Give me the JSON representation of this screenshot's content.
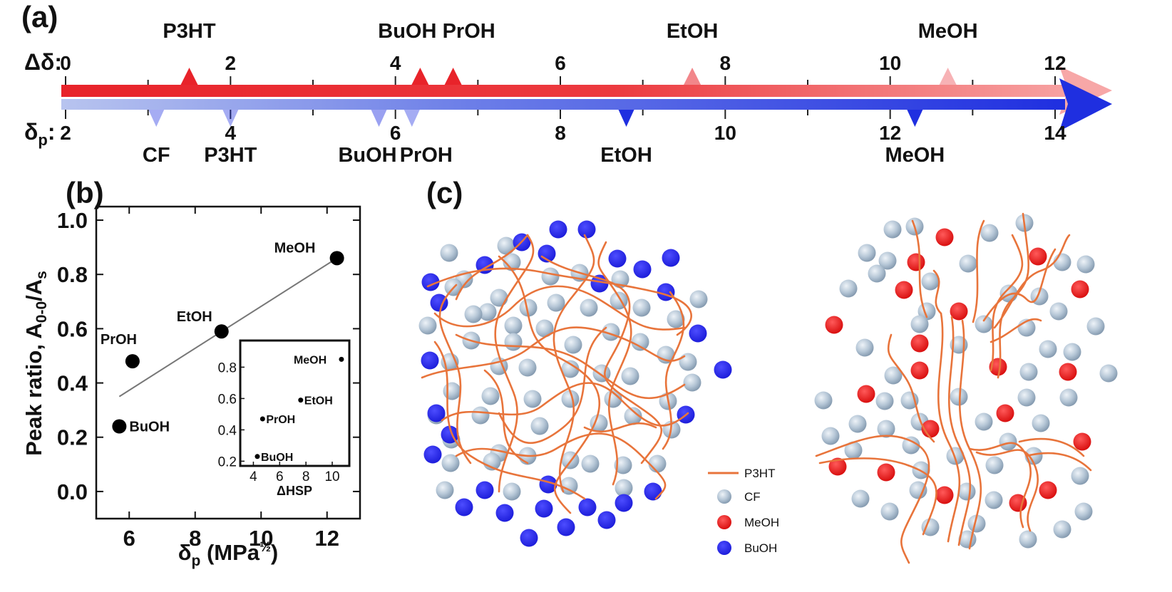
{
  "panel_a": {
    "label": "(a)",
    "row_delta": "Δδ:",
    "row_dp": "δ",
    "row_dp_sub": "p",
    "row_dp_colon": ":",
    "top_ticks": [
      "0",
      "2",
      "4",
      "6",
      "8",
      "10",
      "12"
    ],
    "bottom_ticks": [
      "2",
      "4",
      "6",
      "8",
      "10",
      "12",
      "14"
    ],
    "top_markers": [
      {
        "name": "P3HT",
        "value": 1.5
      },
      {
        "name": "BuOH",
        "value": 4.3
      },
      {
        "name": "PrOH",
        "value": 4.7
      },
      {
        "name": "EtOH",
        "value": 7.6
      },
      {
        "name": "MeOH",
        "value": 10.7
      }
    ],
    "bottom_markers": [
      {
        "name": "CF",
        "value": 3.1
      },
      {
        "name": "P3HT",
        "value": 4.0
      },
      {
        "name": "BuOH",
        "value": 5.8
      },
      {
        "name": "PrOH",
        "value": 6.2
      },
      {
        "name": "EtOH",
        "value": 8.8
      },
      {
        "name": "MeOH",
        "value": 12.3
      }
    ],
    "colors": {
      "top": "#e8232a",
      "bottom": "#1f2fe0"
    }
  },
  "panel_b": {
    "label": "(b)",
    "chart_data": {
      "type": "scatter",
      "xlabel": "δp (MPa½)",
      "ylabel": "Peak ratio, A0-0/As",
      "xlim": [
        5,
        13
      ],
      "ylim": [
        -0.1,
        1.05
      ],
      "xticks": [
        "6",
        "8",
        "10",
        "12"
      ],
      "yticks": [
        "0.0",
        "0.2",
        "0.4",
        "0.6",
        "0.8",
        "1.0"
      ],
      "points": [
        {
          "label": "MeOH",
          "x": 12.3,
          "y": 0.86
        },
        {
          "label": "EtOH",
          "x": 8.8,
          "y": 0.59
        },
        {
          "label": "PrOH",
          "x": 6.1,
          "y": 0.48
        },
        {
          "label": "BuOH",
          "x": 5.7,
          "y": 0.24
        }
      ],
      "fit_line": [
        {
          "x": 5.7,
          "y": 0.35
        },
        {
          "x": 12.3,
          "y": 0.86
        }
      ],
      "inset": {
        "xlabel": "ΔHSP",
        "xticks": [
          "4",
          "6",
          "8",
          "10"
        ],
        "yticks": [
          "0.2",
          "0.4",
          "0.6",
          "0.8"
        ],
        "xlim": [
          3,
          11.3
        ],
        "ylim": [
          0.17,
          0.97
        ],
        "points": [
          {
            "label": "MeOH",
            "x": 10.7,
            "y": 0.85
          },
          {
            "label": "EtOH",
            "x": 7.6,
            "y": 0.59
          },
          {
            "label": "PrOH",
            "x": 4.7,
            "y": 0.47
          },
          {
            "label": "BuOH",
            "x": 4.3,
            "y": 0.23
          }
        ]
      }
    }
  },
  "panel_c": {
    "label": "(c)",
    "legend": [
      {
        "key": "P3HT",
        "kind": "line",
        "color": "#e8743b"
      },
      {
        "key": "CF",
        "kind": "dot",
        "color": "#a9bdd0"
      },
      {
        "key": "MeOH",
        "kind": "dot",
        "color": "#e01515"
      },
      {
        "key": "BuOH",
        "kind": "dot",
        "color": "#2222ee"
      }
    ]
  }
}
